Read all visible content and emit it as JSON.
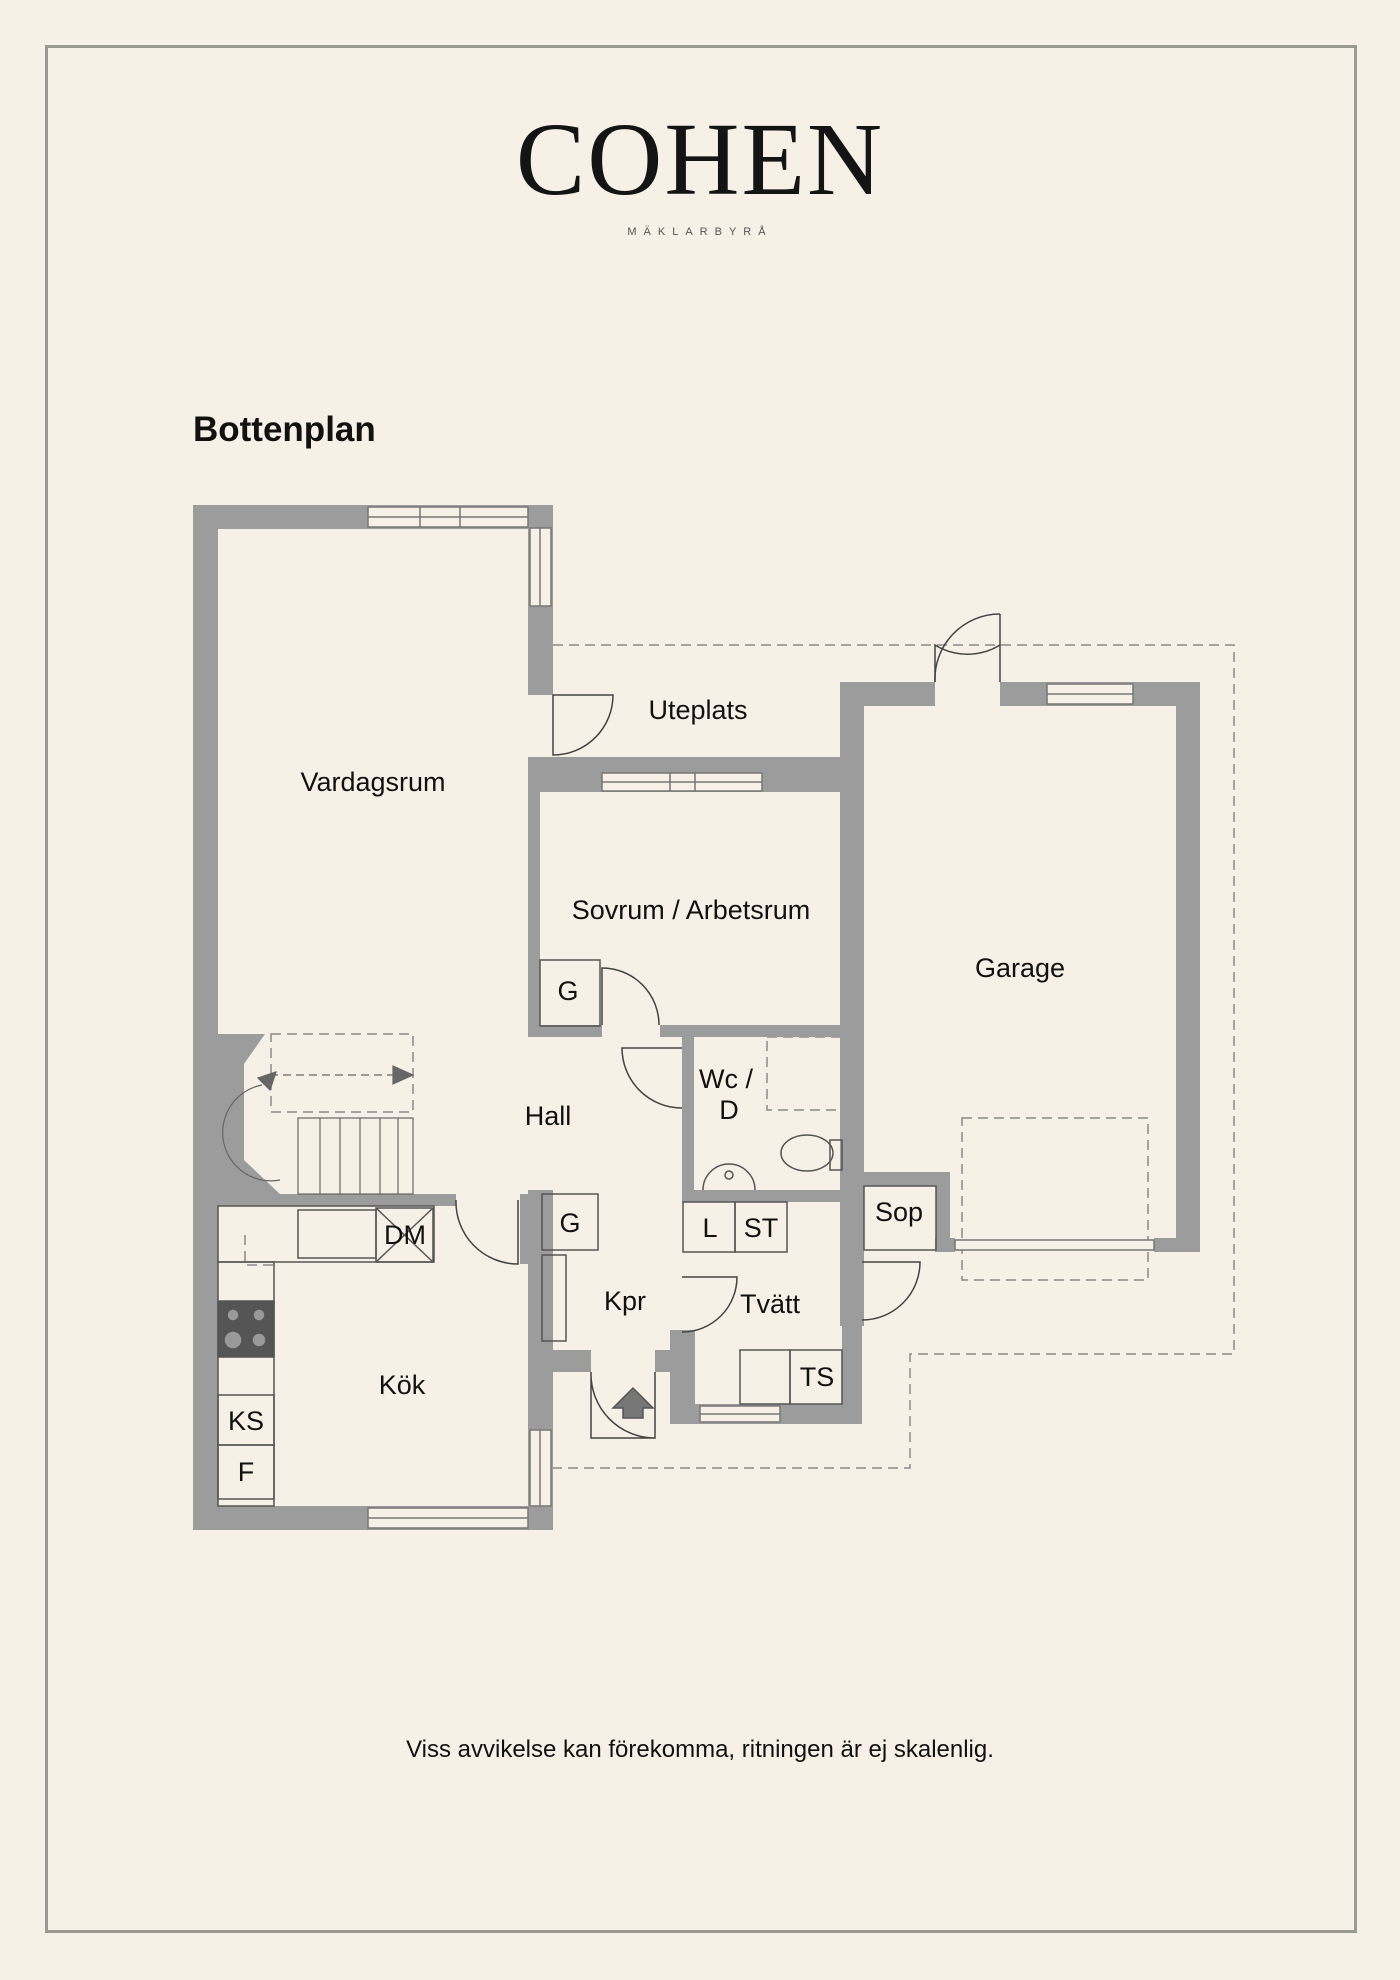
{
  "brand": {
    "name": "COHEN",
    "subtitle": "MÄKLARBYRÅ"
  },
  "plan_title": "Bottenplan",
  "rooms": {
    "vardagsrum": "Vardagsrum",
    "uteplats": "Uteplats",
    "sovrum": "Sovrum / Arbetsrum",
    "garage": "Garage",
    "hall": "Hall",
    "wc_line1": "Wc /",
    "wc_line2": "D",
    "kok": "Kök",
    "kpr": "Kpr",
    "tvatt": "Tvätt",
    "sop": "Sop"
  },
  "fixtures": {
    "g_sovrum": "G",
    "g_hall": "G",
    "dm": "DM",
    "ks": "KS",
    "f": "F",
    "l": "L",
    "st": "ST",
    "ts": "TS"
  },
  "footer_note": "Viss avvikelse kan förekomma, ritningen är ej skalenlig.",
  "colors": {
    "background": "#f7f0e6",
    "wall": "#9c9c9c",
    "frame": "#9a9a94",
    "text": "#111111"
  }
}
